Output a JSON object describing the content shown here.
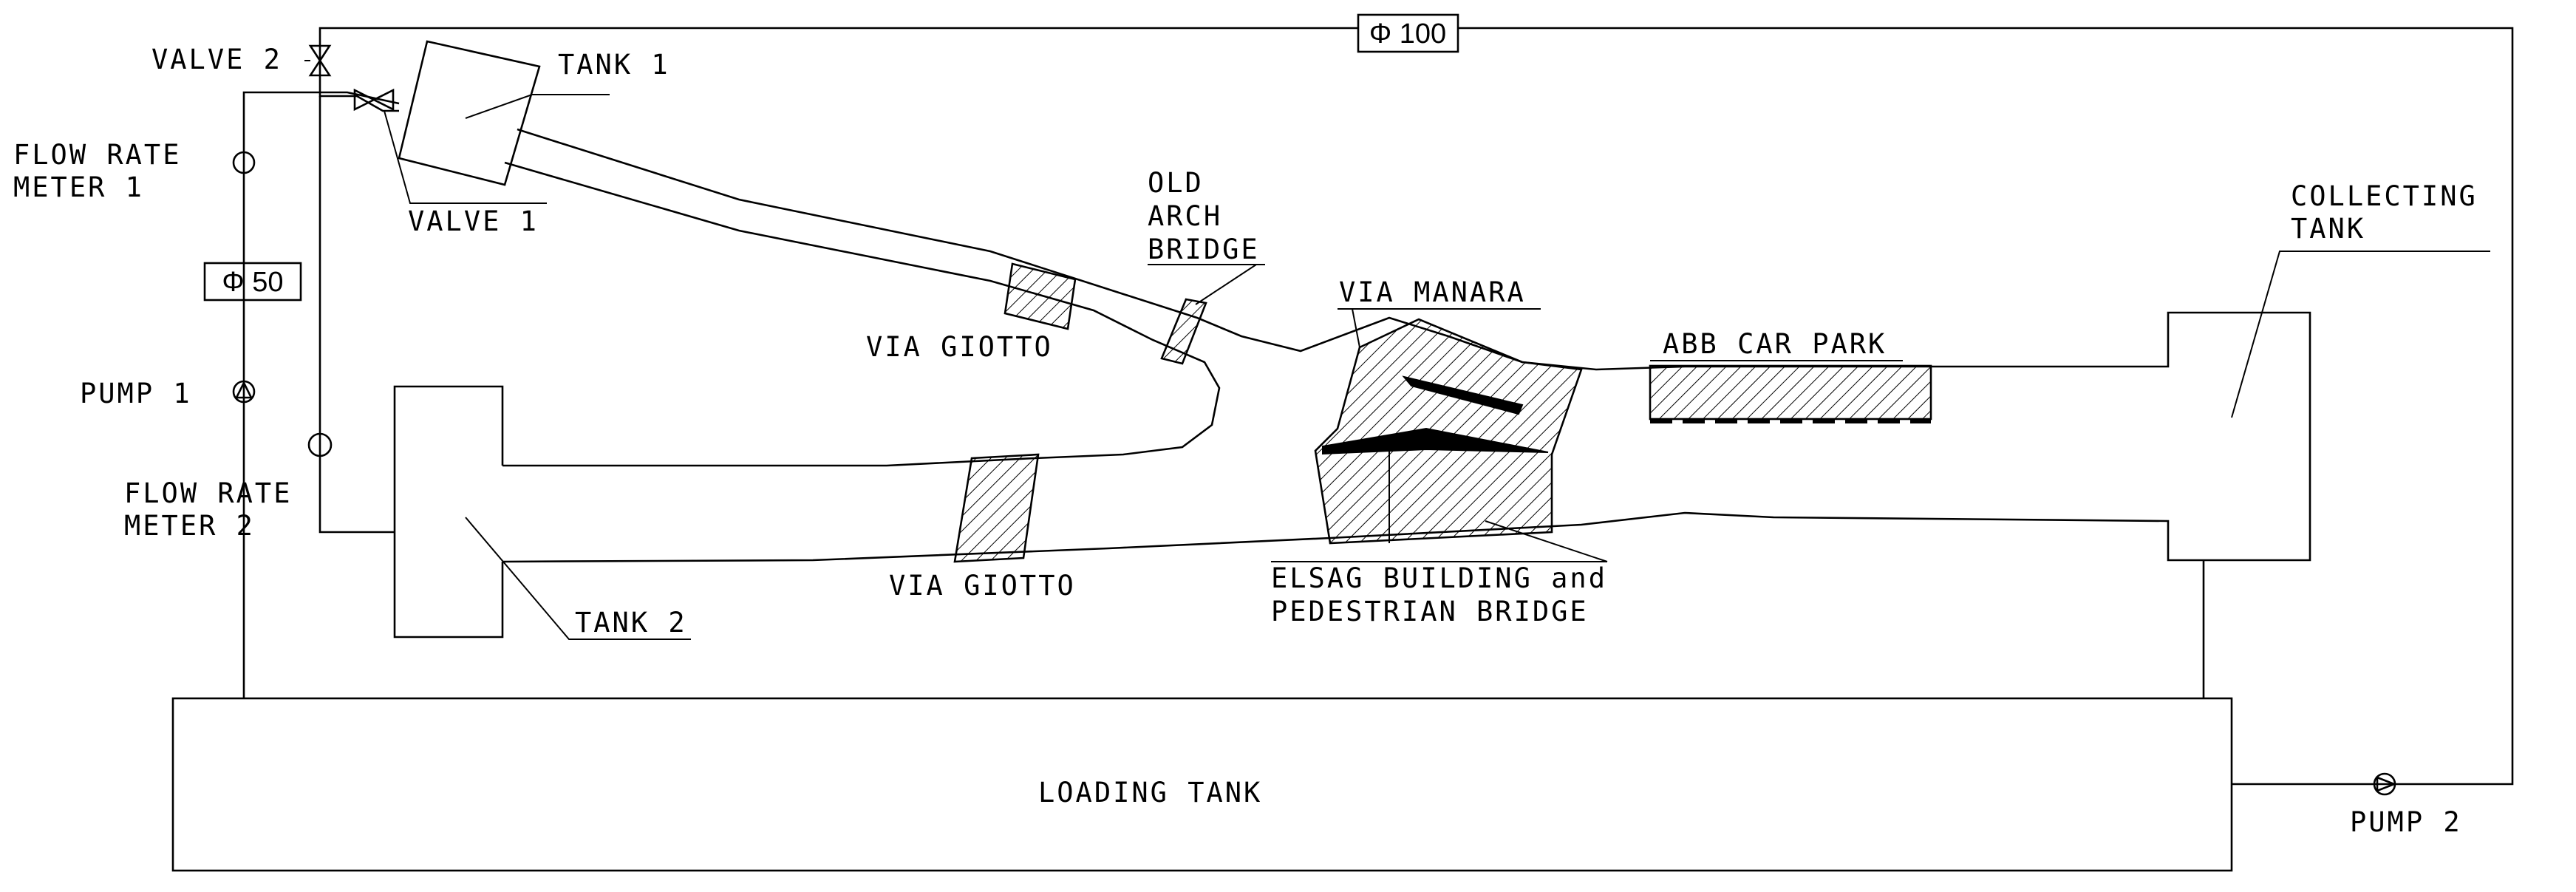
{
  "labels": {
    "valve2": "VALVE 2",
    "valve1": "VALVE 1",
    "tank1": "TANK 1",
    "tank2": "TANK 2",
    "flow_meter_1_line1": "FLOW RATE",
    "flow_meter_1_line2": "METER 1",
    "flow_meter_2_line1": "FLOW RATE",
    "flow_meter_2_line2": "METER 2",
    "pump1": "PUMP 1",
    "pump2": "PUMP 2",
    "pipe_50": "Φ 50",
    "pipe_100": "Φ 100",
    "old_arch_bridge_line1": "OLD",
    "old_arch_bridge_line2": "ARCH",
    "old_arch_bridge_line3": "BRIDGE",
    "via_giotto_upper": "VIA GIOTTO",
    "via_giotto_lower": "VIA GIOTTO",
    "via_manara": "VIA MANARA",
    "abb_car_park": "ABB CAR PARK",
    "elsag_line1": "ELSAG BUILDING and",
    "elsag_line2": "PEDESTRIAN BRIDGE",
    "collecting_tank_line1": "COLLECTING",
    "collecting_tank_line2": "TANK",
    "loading_tank": "LOADING TANK"
  }
}
